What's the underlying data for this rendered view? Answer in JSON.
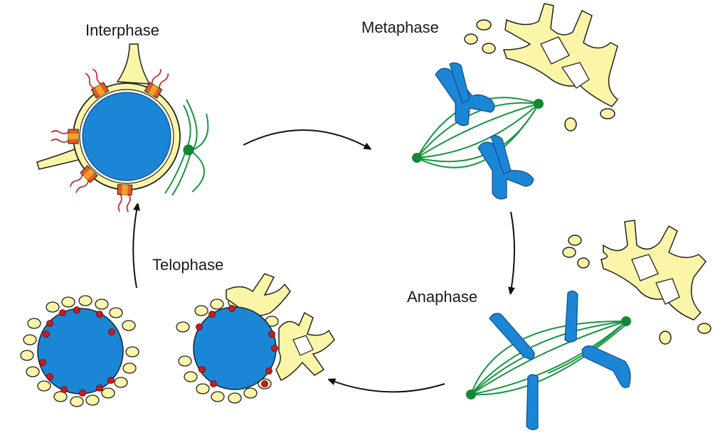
{
  "stages": {
    "interphase": {
      "label": "Interphase"
    },
    "metaphase": {
      "label": "Metaphase"
    },
    "anaphase": {
      "label": "Anaphase"
    },
    "telophase": {
      "label": "Telophase"
    }
  },
  "colors": {
    "nucleus": "#1b86d6",
    "nucleus_outline": "#0f4d86",
    "envelope": "#fbf5a8",
    "envelope_outline": "#222222",
    "microtubule": "#169640",
    "centrosome": "#0f8a35",
    "nuclear_pore": "#e85a1e",
    "pore_core": "#f0a428",
    "chromatin_dot": "#c41d22",
    "arrow": "#111111"
  }
}
